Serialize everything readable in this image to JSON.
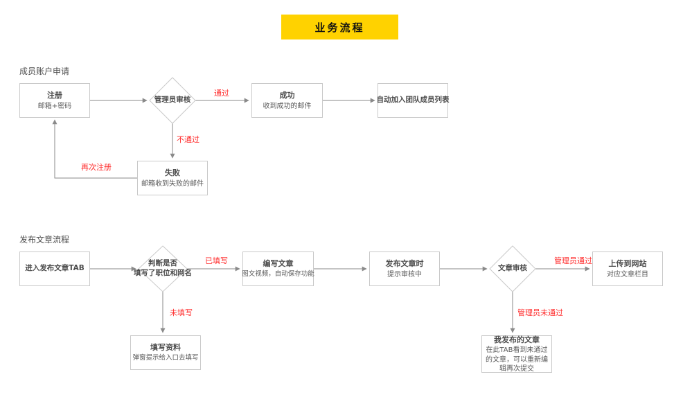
{
  "title": "业务流程",
  "colors": {
    "title_bg": "#FFD200",
    "red": "#FF2B2B",
    "line": "#8A8A8A",
    "border": "#C9C9C9",
    "text_dark": "#4C4C4C",
    "text_sub": "#595959"
  },
  "flows": {
    "account": {
      "section": "成员账户申请",
      "nodes": {
        "register": {
          "title": "注册",
          "subtitle": "邮箱+密码"
        },
        "admin_review": {
          "title": "管理员审核"
        },
        "success": {
          "title": "成功",
          "subtitle": "收到成功的邮件"
        },
        "auto_join": {
          "title": "自动加入团队成员列表"
        },
        "fail": {
          "title": "失败",
          "subtitle": "邮箱收到失败的邮件"
        }
      },
      "labels": {
        "pass": "通过",
        "reject": "不通过",
        "retry": "再次注册"
      }
    },
    "article": {
      "section": "发布文章流程",
      "nodes": {
        "enter_tab": {
          "title": "进入发布文章TAB"
        },
        "check": {
          "line1": "判断是否",
          "line2": "填写了职位和网名"
        },
        "write": {
          "title": "编写文章",
          "subtitle": "图文视频，自动保存功能"
        },
        "publish": {
          "title": "发布文章时",
          "subtitle": "提示审核中"
        },
        "review": {
          "title": "文章审核"
        },
        "upload": {
          "title": "上传到网站",
          "subtitle": "对应文章栏目"
        },
        "fill_profile": {
          "title": "填写资料",
          "subtitle": "弹窗提示给入口去填写"
        },
        "my_articles": {
          "title": "我发布的文章",
          "subtitle": "在此TAB看到未通过的文章，可以重新编辑再次提交"
        }
      },
      "labels": {
        "filled": "已填写",
        "not_filled": "未填写",
        "admin_pass": "管理员通过",
        "admin_reject": "管理员未通过"
      }
    }
  }
}
